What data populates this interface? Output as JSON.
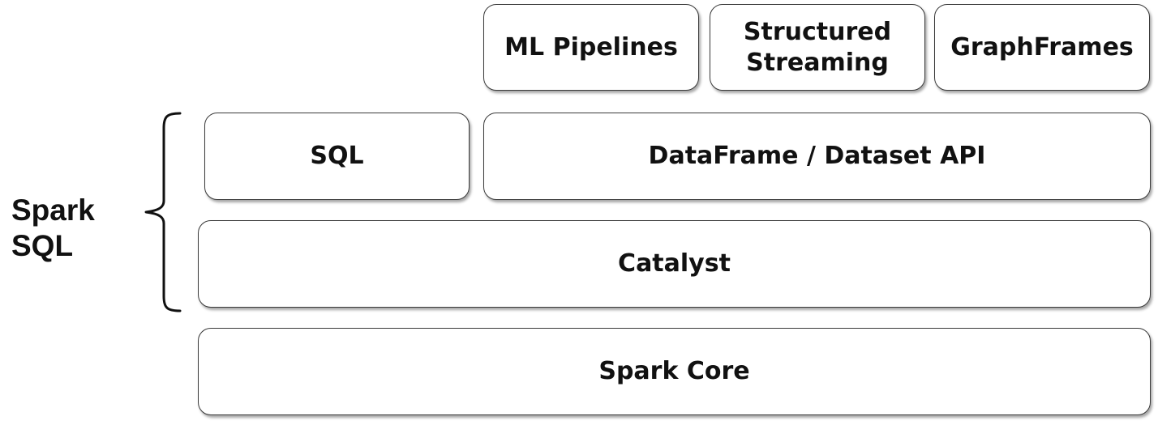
{
  "diagram": {
    "title": "",
    "side_label": "Spark\nSQL",
    "layers": {
      "top": [
        {
          "label": "ML Pipelines"
        },
        {
          "label": "Structured\nStreaming"
        },
        {
          "label": "GraphFrames"
        }
      ],
      "api": [
        {
          "label": "SQL"
        },
        {
          "label": "DataFrame / Dataset API"
        }
      ],
      "optimizer": {
        "label": "Catalyst"
      },
      "core": {
        "label": "Spark Core"
      }
    }
  }
}
